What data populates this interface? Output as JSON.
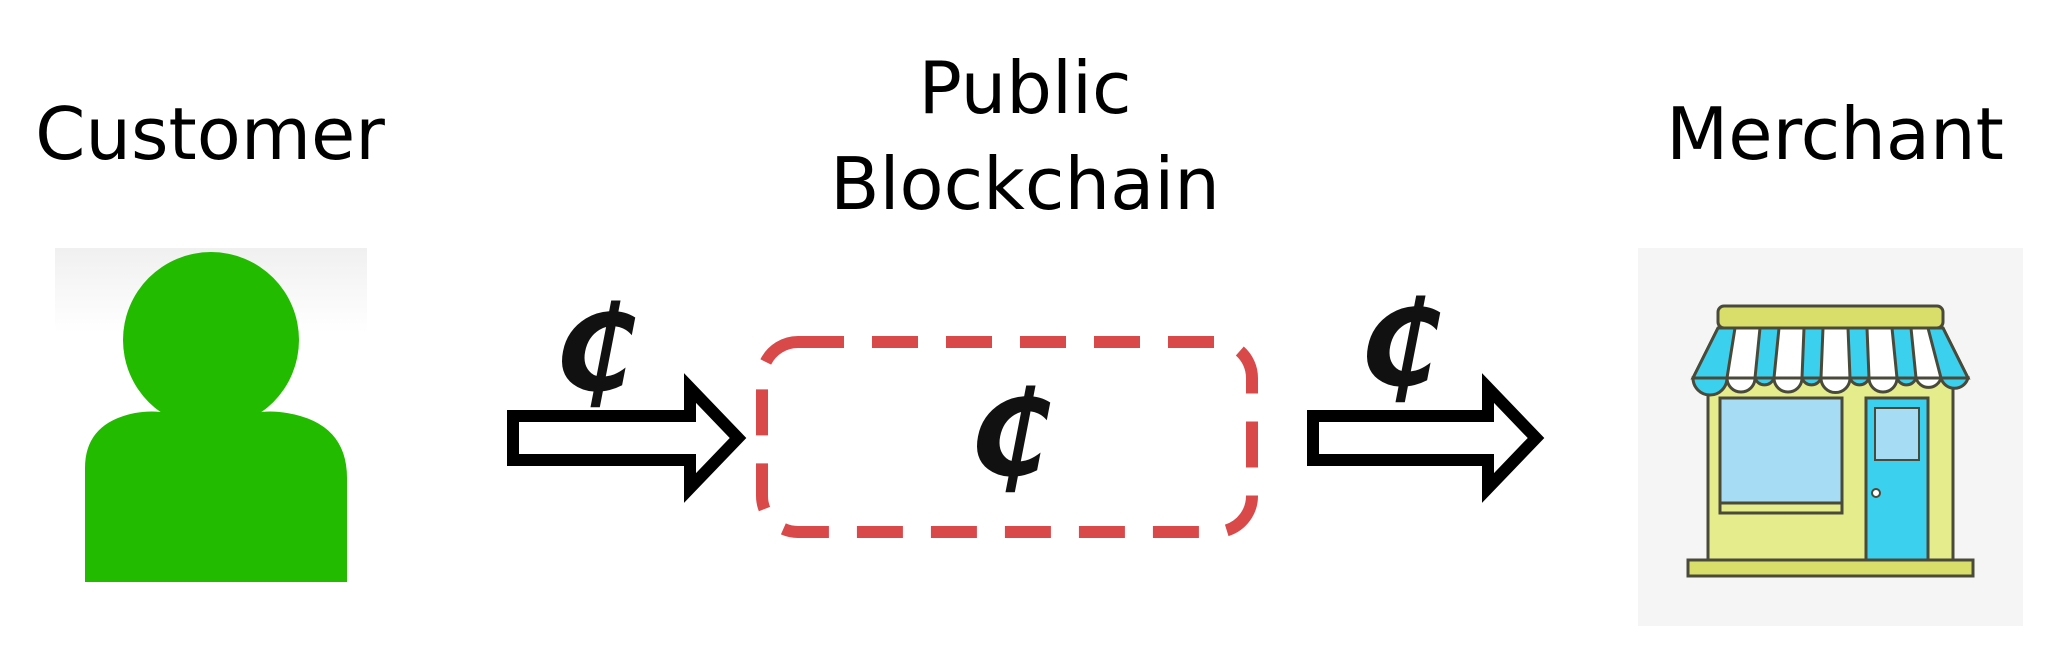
{
  "nodes": {
    "customer": {
      "label": "Customer",
      "icon": "person-icon",
      "color": "#22bb00"
    },
    "blockchain": {
      "label_line1": "Public",
      "label_line2": "Blockchain",
      "border_color": "#d9494a"
    },
    "merchant": {
      "label": "Merchant",
      "icon": "storefront-icon"
    }
  },
  "coin": {
    "symbol": "₵",
    "icon": "crypto-coin-icon",
    "color": "#111111"
  },
  "arrows": [
    {
      "from": "customer",
      "to": "blockchain",
      "icon": "right-arrow-icon"
    },
    {
      "from": "blockchain",
      "to": "merchant",
      "icon": "right-arrow-icon"
    }
  ],
  "colors": {
    "store_awning_blue": "#3cd0ef",
    "store_wall": "#e4ec8c",
    "store_window": "#a7dcf5",
    "store_roof": "#d9de6a",
    "store_outline": "#4a4a3a"
  }
}
